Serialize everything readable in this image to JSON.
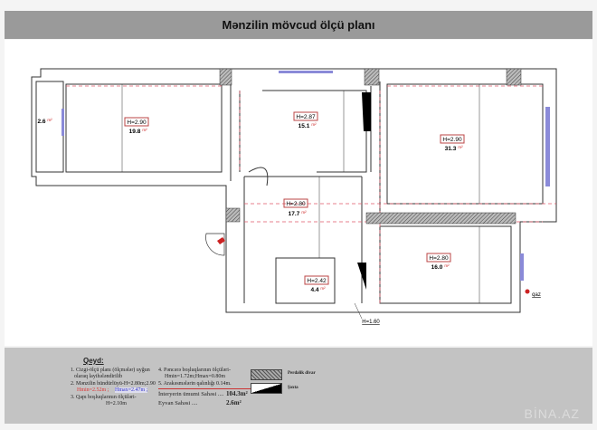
{
  "header": {
    "title": "Mənzilin mövcud ölçü planı"
  },
  "rooms": [
    {
      "height": "H=2.90",
      "area": "19.8",
      "unit": "m²"
    },
    {
      "height": "H=2.87",
      "area": "15.1",
      "unit": "m²"
    },
    {
      "height": "H=2.90",
      "area": "31.3",
      "unit": "m²"
    },
    {
      "height": "H=2.80",
      "area": "17.7",
      "unit": "m²"
    },
    {
      "height": "H=2.80",
      "area": "16.0",
      "unit": "m²"
    },
    {
      "height": "H=2.42",
      "area": "4.4",
      "unit": "m²"
    }
  ],
  "balcony": {
    "area": "2.6",
    "unit": "m²"
  },
  "window_sill": "H=1.60",
  "gas_label": "qaz",
  "notes": {
    "heading": "Qeyd:",
    "n1a": "1. Cizgi-ölçü planı (ölçmələr) uyğun",
    "n1b": "olaraq layihələndirilib",
    "n2a": "2. Mənzilin hündürlüyü-H=2.80m;2.90",
    "n2b_red": "Hmin=2.52m ;",
    "n2b_blue": "Hmax=2.47m ;",
    "n3a": "3. Qapı boşluqlarının ölçüləri-",
    "n3b": "H=2.10m",
    "n4a": "4. Pəncərə boşluqlarının ölçüləri-",
    "n4b": "Hmin=1.72m;Hmax=0.80m",
    "n5": "5. Arakəsmələrin qalınlığı 0.14m.",
    "total_label": "İnteryerin ümumi Sahəsi ....",
    "total_value": "104.3m²",
    "balcony_label": "Eyvan Sahəsi ....",
    "balcony_value": "2.6m²"
  },
  "legend": [
    {
      "label": "Perdəlik divar"
    },
    {
      "label": "Şəxta"
    }
  ],
  "colors": {
    "wall": "#333333",
    "window": "#8a8ad8",
    "axis_dash": "#e05a6a",
    "door_icon": "#cc2222"
  },
  "watermark": "BİNA.AZ"
}
